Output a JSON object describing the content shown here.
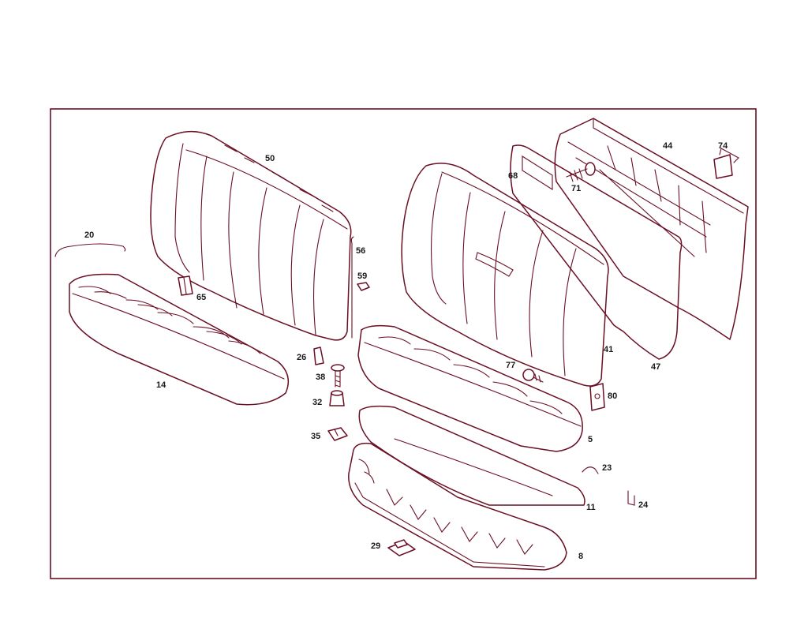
{
  "colors": {
    "line": "#6a0f24",
    "text": "#1a1a1a",
    "background": "#ffffff"
  },
  "callouts": {
    "c50": "50",
    "c20": "20",
    "c56": "56",
    "c59": "59",
    "c65": "65",
    "c14": "14",
    "c26": "26",
    "c38": "38",
    "c32": "32",
    "c35": "35",
    "c68": "68",
    "c71": "71",
    "c44": "44",
    "c74": "74",
    "c41": "41",
    "c47": "47",
    "c77": "77",
    "c80": "80",
    "c5": "5",
    "c23": "23",
    "c11": "11",
    "c24": "24",
    "c29": "29",
    "c8": "8"
  }
}
